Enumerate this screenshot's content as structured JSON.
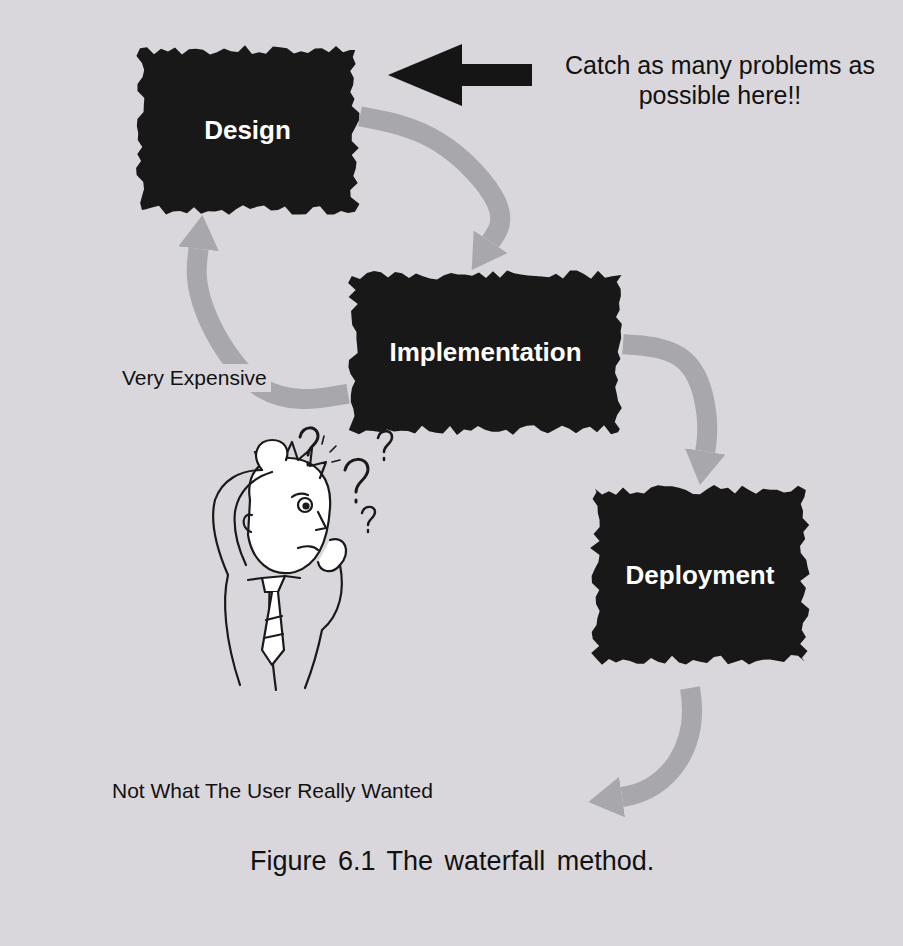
{
  "diagram": {
    "caption": "Figure 6.1 The waterfall method.",
    "nodes": [
      {
        "text": [
          "Design"
        ]
      },
      {
        "text": [
          "Implementation"
        ]
      },
      {
        "text": [
          "Deployment"
        ]
      }
    ],
    "edges": [
      {
        "from": 0,
        "to": 1,
        "arrow": "to"
      },
      {
        "from": 1,
        "to": 2,
        "arrow": "to"
      },
      {
        "from": 1,
        "to": 0,
        "arrow": "to",
        "label": "Very Expensive"
      }
    ],
    "labels": [
      "Catch as many problems as possible here!!",
      "Not What The User Really Wanted"
    ]
  }
}
